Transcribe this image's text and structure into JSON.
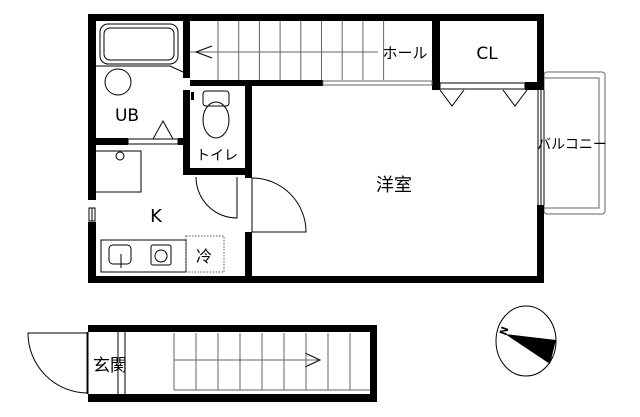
{
  "rooms": {
    "hall": "ホール",
    "closet": "CL",
    "bath": "UB",
    "toilet": "トイレ",
    "kitchen": "K",
    "fridge": "冷",
    "western_room": "洋室",
    "balcony": "バルコニー",
    "entrance": "玄関"
  },
  "compass": {
    "label": "N",
    "icon": "north-arrow-icon"
  },
  "stairs": {
    "upper_treads": 9,
    "lower_treads": 9
  }
}
